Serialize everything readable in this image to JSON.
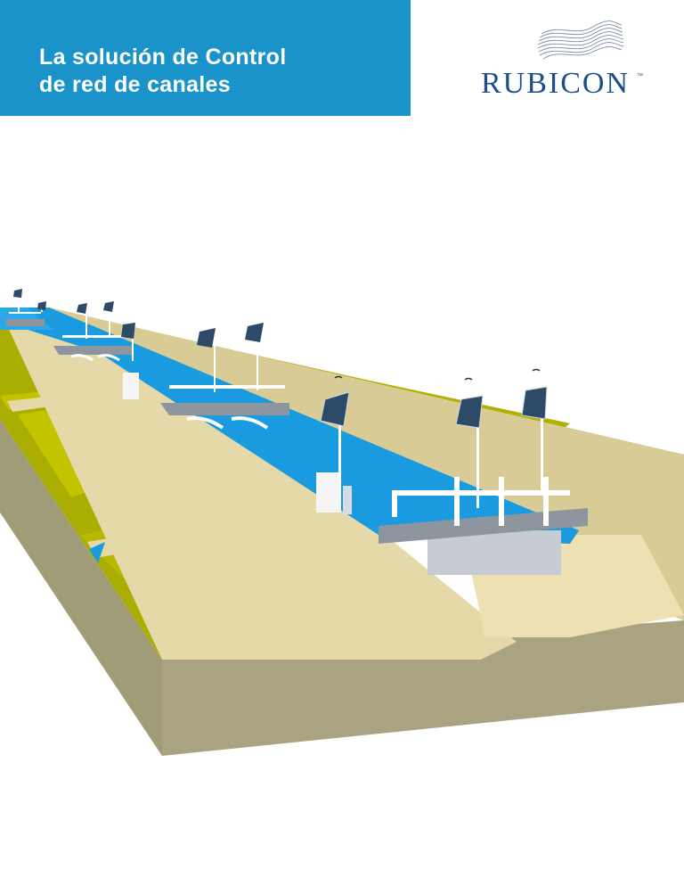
{
  "title": {
    "line1": "La solución de Control",
    "line2": "de red de canales"
  },
  "brand": {
    "name": "RUBICON",
    "trademark": "™"
  },
  "colors": {
    "banner": "#1a93cb",
    "brand": "#1c4f86",
    "grass": "#a9ae00",
    "grass_light": "#c4c300",
    "soil": "#a19c78",
    "water": "#1a9be0",
    "concrete": "#e6d9a9"
  },
  "illustration": {
    "icons": [
      "solar-panel-icon",
      "wireless-signal-icon",
      "flume-gate-icon",
      "walkway-railing-icon"
    ]
  }
}
